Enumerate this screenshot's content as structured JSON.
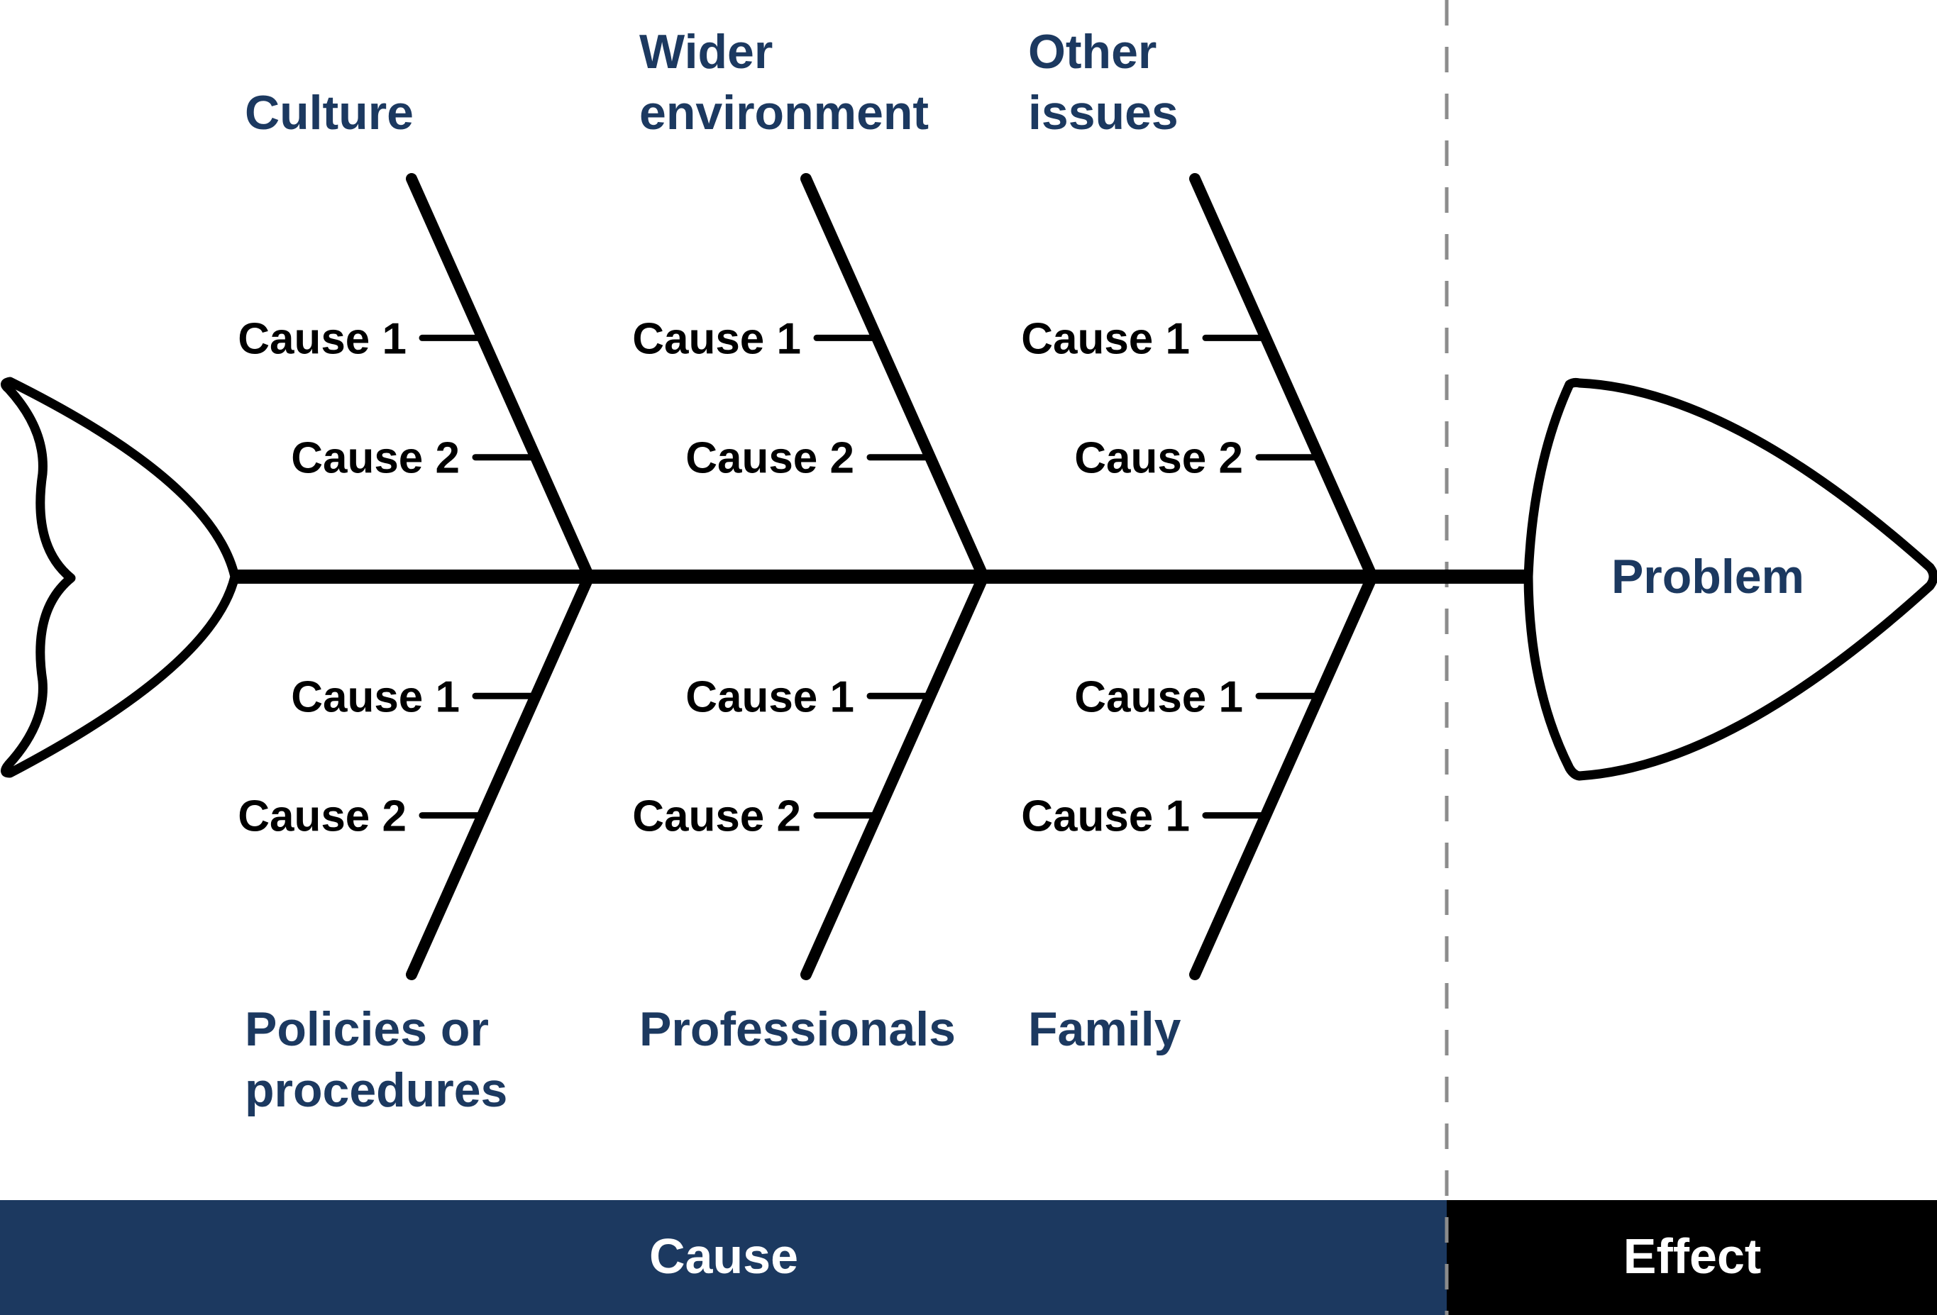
{
  "diagram": {
    "type": "fishbone",
    "problem_label": "Problem",
    "footer": {
      "cause_label": "Cause",
      "effect_label": "Effect"
    },
    "colors": {
      "category_text": "#1c3960",
      "cause_band": "#1c3960",
      "effect_band": "#000000",
      "lines": "#000000",
      "divider": "#8c8c8c"
    },
    "top_categories": [
      {
        "name": "Culture",
        "lines": [
          "Culture"
        ],
        "causes": [
          "Cause 1",
          "Cause 2"
        ]
      },
      {
        "name": "Wider environment",
        "lines": [
          "Wider",
          "environment"
        ],
        "causes": [
          "Cause 1",
          "Cause 2"
        ]
      },
      {
        "name": "Other issues",
        "lines": [
          "Other",
          "issues"
        ],
        "causes": [
          "Cause 1",
          "Cause 2"
        ]
      }
    ],
    "bottom_categories": [
      {
        "name": "Policies or procedures",
        "lines": [
          "Policies or",
          "procedures"
        ],
        "causes": [
          "Cause 1",
          "Cause 2"
        ]
      },
      {
        "name": "Professionals",
        "lines": [
          "Professionals"
        ],
        "causes": [
          "Cause 1",
          "Cause 2"
        ]
      },
      {
        "name": "Family",
        "lines": [
          "Family"
        ],
        "causes": [
          "Cause 1",
          "Cause 1"
        ]
      }
    ]
  }
}
